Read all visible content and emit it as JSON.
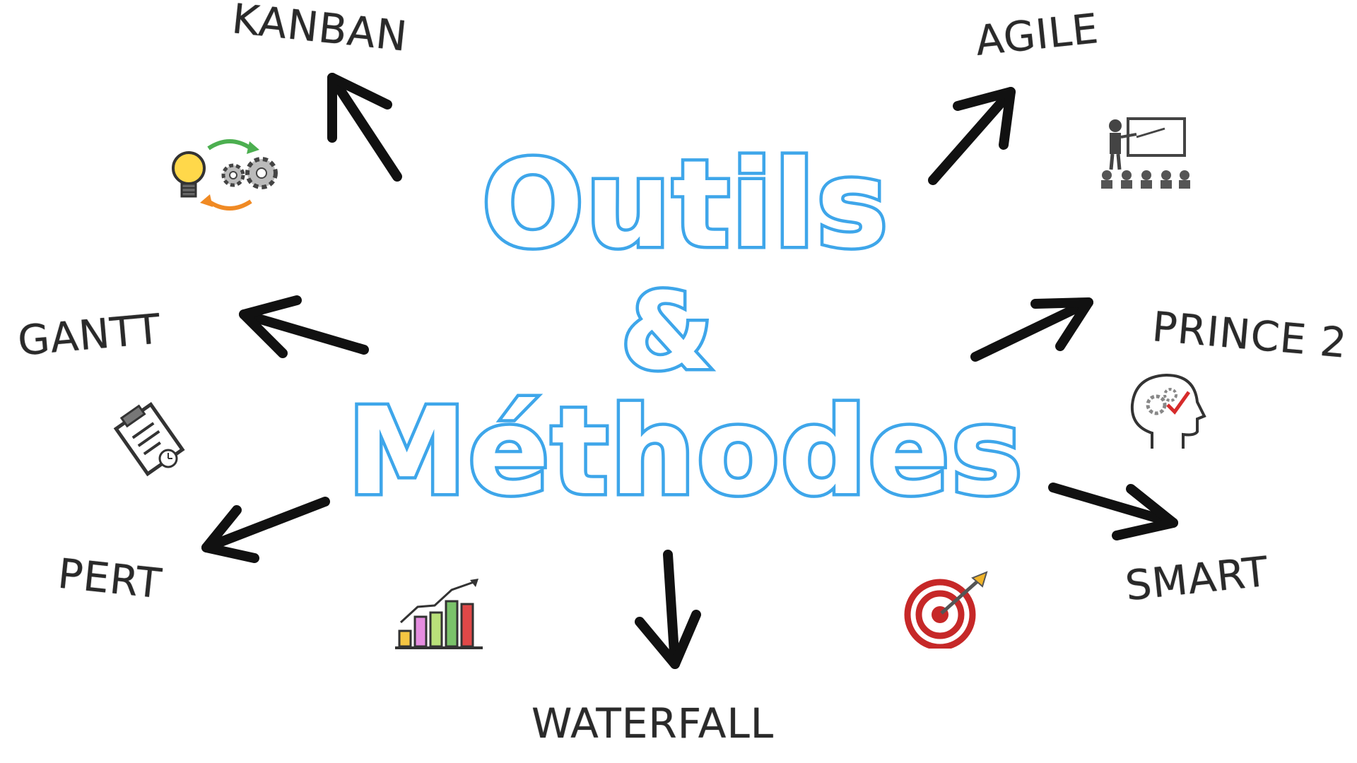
{
  "title": {
    "line1": "Outils",
    "line2": "&",
    "line3": "Méthodes"
  },
  "methods": [
    {
      "name": "KANBAN",
      "icon": "lightbulb-gears-icon"
    },
    {
      "name": "AGILE",
      "icon": "presentation-icon"
    },
    {
      "name": "GANTT",
      "icon": "clipboard-icon"
    },
    {
      "name": "PRINCE 2",
      "icon": "head-gears-icon"
    },
    {
      "name": "PERT",
      "icon": "bar-chart-icon"
    },
    {
      "name": "SMART",
      "icon": "target-icon"
    },
    {
      "name": "WATERFALL",
      "icon": ""
    }
  ],
  "colors": {
    "title_blue": "#3ea6ea",
    "arrow": "#111111",
    "label_text": "#2a2a2a"
  }
}
